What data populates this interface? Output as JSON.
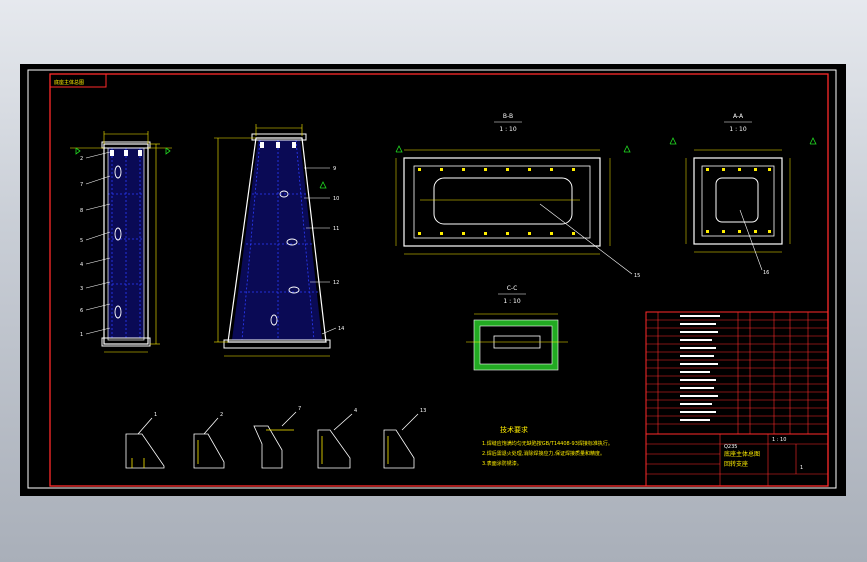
{
  "drawing": {
    "corner_stamp": "底座主体总图",
    "section_titles": {
      "bb": {
        "name": "B-B",
        "scale": "1 : 10"
      },
      "aa": {
        "name": "A-A",
        "scale": "1 : 10"
      },
      "cc": {
        "name": "C-C",
        "scale": "1 : 10"
      }
    },
    "tech_requirements": {
      "title": "技术要求",
      "lines": [
        "1.焊缝应饱满均匀无缺陷按GB/T14408-93焊接标准执行。",
        "2.焊后需退火处理,消除焊接应力,保证焊接质量和精度。",
        "3.表面涂防锈漆。"
      ]
    },
    "detail_labels": [
      "1",
      "2",
      "7",
      "4",
      "13"
    ],
    "callouts_left": [
      "2",
      "7",
      "8",
      "5",
      "4",
      "3",
      "6",
      "1"
    ],
    "callouts_right": [
      "9",
      "10",
      "11",
      "12",
      "14"
    ],
    "callout_bb": "15",
    "callout_aa": "16",
    "title_block": {
      "design_title": "底座主体总图",
      "drawing_name": "回转支座",
      "material": "Q235",
      "scale": "1 : 10",
      "sheet": "1"
    }
  },
  "colors": {
    "frame": "#ff2a2a",
    "lines": "#ffffff",
    "dims": "#ffee00",
    "hatch": "#2b3cff",
    "green": "#22dd22",
    "text_yellow": "#ffee00"
  }
}
